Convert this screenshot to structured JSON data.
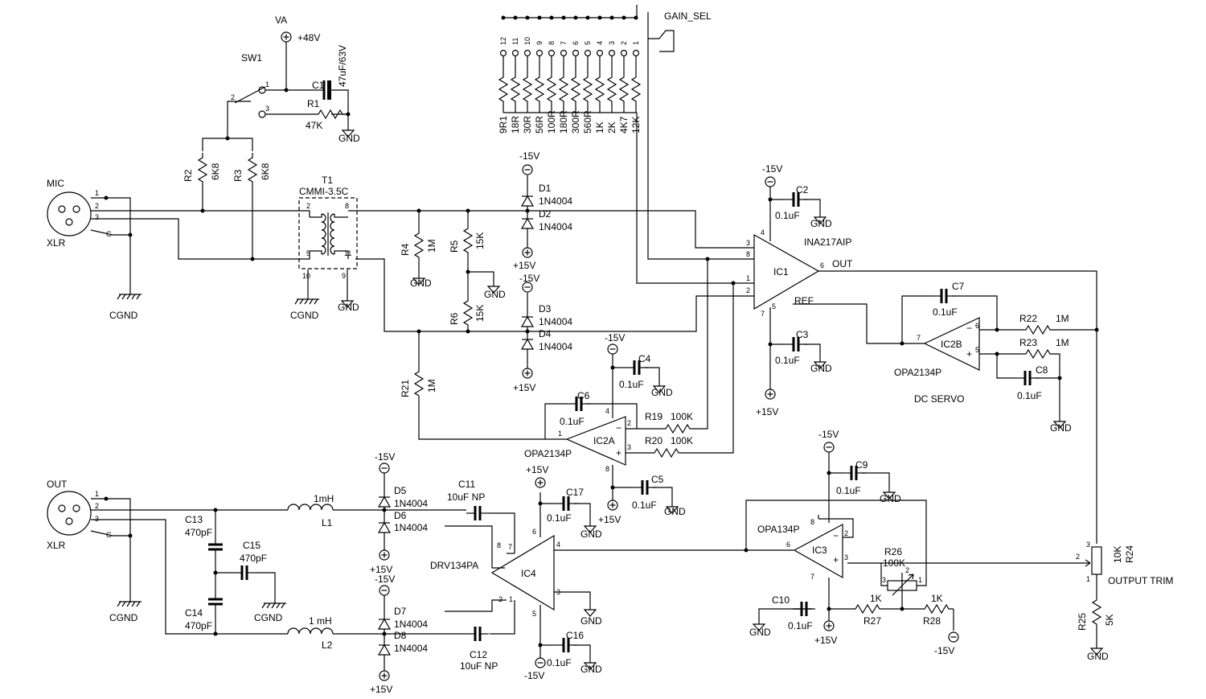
{
  "ground": "GND",
  "chassis": "CGND",
  "supply_pos": "+15V",
  "supply_neg": "-15V",
  "input": {
    "name": "MIC",
    "type": "XLR",
    "p1": "1",
    "p2": "2",
    "p3": "3",
    "pg": "G"
  },
  "output": {
    "name": "OUT",
    "type": "XLR",
    "p1": "1",
    "p2": "2",
    "p3": "3",
    "pg": "G"
  },
  "phantom": {
    "net": "VA",
    "value": "+48V",
    "switch": "SW1",
    "sw_p1": "1",
    "sw_p2": "2",
    "sw_p3": "3",
    "c1": "C1",
    "c1_value": "47uF/63V",
    "r1": "R1",
    "r1_value": "47K"
  },
  "r2": "R2",
  "r2_value": "6K8",
  "r3": "R3",
  "r3_value": "6K8",
  "transformer": {
    "name": "T1",
    "part": "CMMI-3.5C",
    "pins": [
      "2",
      "8",
      "5",
      "11",
      "10",
      "9"
    ]
  },
  "r4": "R4",
  "r4_value": "1M",
  "r5": "R5",
  "r5_value": "15K",
  "r6": "R6",
  "r6_value": "15K",
  "r21": "R21",
  "r21_value": "1M",
  "diodes": {
    "part": "1N4004",
    "d1": "D1",
    "d2": "D2",
    "d3": "D3",
    "d4": "D4",
    "d5": "D5",
    "d6": "D6",
    "d7": "D7",
    "d8": "D8"
  },
  "gain": {
    "label": "GAIN_SEL",
    "positions": [
      "12",
      "11",
      "10",
      "9",
      "8",
      "7",
      "6",
      "5",
      "4",
      "3",
      "2",
      "1"
    ],
    "values": [
      "9R1",
      "18R",
      "30R",
      "56R",
      "100R",
      "180R",
      "300R",
      "560R",
      "1K",
      "2K",
      "4K7",
      "12K"
    ]
  },
  "ic1": {
    "name": "IC1",
    "part": "INA217AIP",
    "out_label": "OUT",
    "ref_label": "REF",
    "pins": {
      "p1": "1",
      "p2": "2",
      "p3": "3",
      "p4": "4",
      "p5": "5",
      "p6": "6",
      "p7": "7",
      "p8": "8"
    }
  },
  "caps": {
    "c2": "C2",
    "c3": "C3",
    "c4": "C4",
    "c5": "C5",
    "c6": "C6",
    "c7": "C7",
    "c8": "C8",
    "c9": "C9",
    "c10": "C10",
    "c16": "C16",
    "c17": "C17",
    "value": "0.1uF",
    "c11": "C11",
    "c12": "C12",
    "np_value": "10uF NP",
    "c13": "C13",
    "c14": "C14",
    "c15": "C15",
    "pf_value": "470pF"
  },
  "servo": {
    "ic": "IC2B",
    "part": "OPA2134P",
    "label": "DC SERVO",
    "r22": "R22",
    "r23": "R23",
    "value": "1M",
    "pins": {
      "p5": "5",
      "p6": "6",
      "p7": "7"
    }
  },
  "ic2a": {
    "ic": "IC2A",
    "part": "OPA2134P",
    "r19": "R19",
    "r20": "R20",
    "value": "100K",
    "pins": {
      "p1": "1",
      "p2": "2",
      "p3": "3",
      "p4": "4",
      "p8": "8"
    }
  },
  "ic3": {
    "ic": "IC3",
    "part": "OPA134P",
    "pins": {
      "p2": "2",
      "p3": "3",
      "p6": "6",
      "p7": "7",
      "p8": "8"
    },
    "r26": "R26",
    "r26_value": "100K",
    "r26_pins": [
      "3",
      "2",
      "1"
    ],
    "r27": "R27",
    "r28": "R28",
    "rk_value": "1K"
  },
  "ic4": {
    "ic": "IC4",
    "part": "DRV134PA",
    "pins": {
      "p1": "1",
      "p2": "2",
      "p3": "3",
      "p4": "4",
      "p5": "5",
      "p6": "6",
      "p7": "7",
      "p8": "8"
    }
  },
  "trim": {
    "label": "OUTPUT TRIM",
    "r24": "R24",
    "r24_value": "10K",
    "pins": [
      "3",
      "2",
      "1"
    ],
    "r25": "R25",
    "r25_value": "5K"
  },
  "inductors": {
    "l1": "L1",
    "l1_value": "1mH",
    "l2": "L2",
    "l2_value": "1 mH"
  }
}
